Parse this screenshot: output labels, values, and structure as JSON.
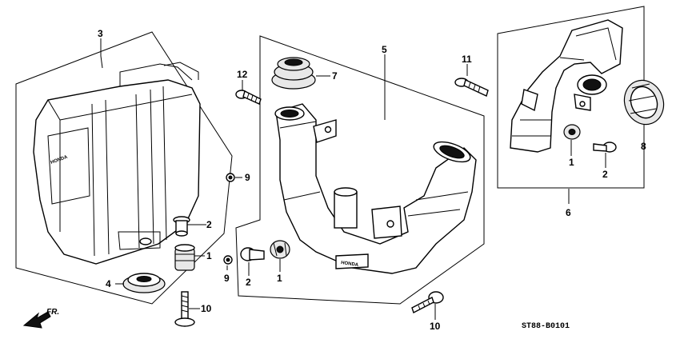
{
  "diagram": {
    "code": "ST88-B0101",
    "direction_label": "FR.",
    "brand_marks": [
      "HONDA",
      "HONDA"
    ],
    "callouts": [
      {
        "id": "c3",
        "text": "3"
      },
      {
        "id": "c2a",
        "text": "2"
      },
      {
        "id": "c1a",
        "text": "1"
      },
      {
        "id": "c9a",
        "text": "9"
      },
      {
        "id": "c4",
        "text": "4"
      },
      {
        "id": "c10a",
        "text": "10"
      },
      {
        "id": "c12",
        "text": "12"
      },
      {
        "id": "c7",
        "text": "7"
      },
      {
        "id": "c5",
        "text": "5"
      },
      {
        "id": "c11",
        "text": "11"
      },
      {
        "id": "c9b",
        "text": "9"
      },
      {
        "id": "c2b",
        "text": "2"
      },
      {
        "id": "c1b",
        "text": "1"
      },
      {
        "id": "c10b",
        "text": "10"
      },
      {
        "id": "c6",
        "text": "6"
      },
      {
        "id": "c1c",
        "text": "1"
      },
      {
        "id": "c2c",
        "text": "2"
      },
      {
        "id": "c8",
        "text": "8"
      }
    ]
  }
}
